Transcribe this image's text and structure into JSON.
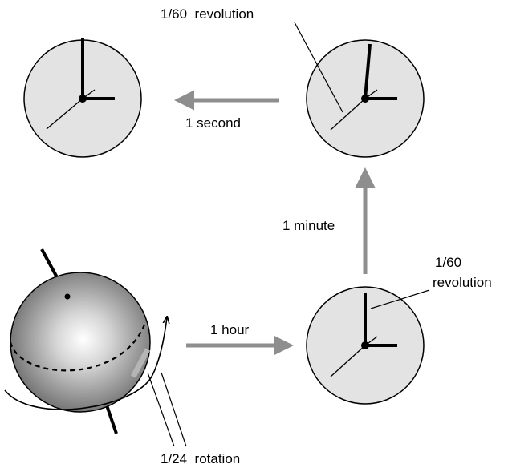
{
  "labels": {
    "revolution_top": "1/60  revolution",
    "one_second": "1 second",
    "one_minute": "1 minute",
    "revolution_right_line1": "1/60",
    "revolution_right_line2": "revolution",
    "one_hour": "1 hour",
    "rotation": "1/24  rotation"
  },
  "colors": {
    "clock_face": "#e3e3e3",
    "arrow": "#8e8e8e",
    "ink": "#000000",
    "globe_highlight": "#ffffff",
    "globe_shadow": "#6f6f6f",
    "rotation_marker": "#b5b5b5"
  },
  "icons": {
    "clocks": [
      "clock-icon",
      "clock-icon",
      "clock-icon"
    ],
    "globe": "earth-globe-icon"
  }
}
